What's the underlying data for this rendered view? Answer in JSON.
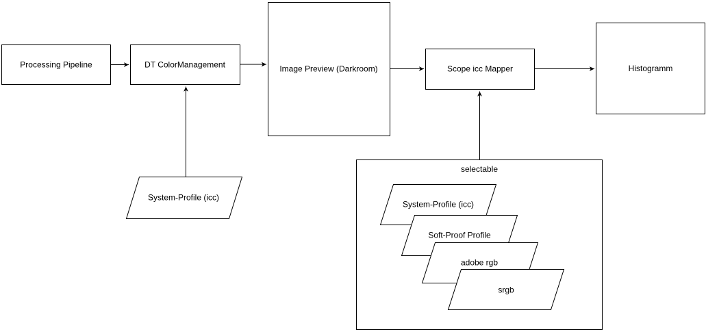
{
  "diagram": {
    "colors": {
      "background": "#ffffff",
      "shape_fill": "#ffffff",
      "stroke": "#000000",
      "text": "#000000"
    },
    "nodes": {
      "processing_pipeline": {
        "label": "Processing Pipeline",
        "shape": "rectangle"
      },
      "dt_colormanagement": {
        "label": "DT ColorManagement",
        "shape": "rectangle"
      },
      "image_preview": {
        "label": "Image Preview (Darkroom)",
        "shape": "rectangle"
      },
      "scope_icc_mapper": {
        "label": "Scope icc Mapper",
        "shape": "rectangle"
      },
      "histogramm": {
        "label": "Histogramm",
        "shape": "rectangle"
      },
      "system_profile_input": {
        "label": "System-Profile (icc)",
        "shape": "parallelogram"
      },
      "selectable_group": {
        "label": "selectable",
        "shape": "container-rectangle"
      }
    },
    "selectable_options": [
      {
        "label": "System-Profile (icc)",
        "shape": "parallelogram"
      },
      {
        "label": "Soft-Proof Profile",
        "shape": "parallelogram"
      },
      {
        "label": "adobe rgb",
        "shape": "parallelogram"
      },
      {
        "label": "srgb",
        "shape": "parallelogram"
      }
    ],
    "edges": [
      {
        "from": "processing_pipeline",
        "to": "dt_colormanagement"
      },
      {
        "from": "dt_colormanagement",
        "to": "image_preview"
      },
      {
        "from": "image_preview",
        "to": "scope_icc_mapper"
      },
      {
        "from": "scope_icc_mapper",
        "to": "histogramm"
      },
      {
        "from": "system_profile_input",
        "to": "dt_colormanagement"
      },
      {
        "from": "selectable_group",
        "to": "scope_icc_mapper"
      }
    ]
  }
}
